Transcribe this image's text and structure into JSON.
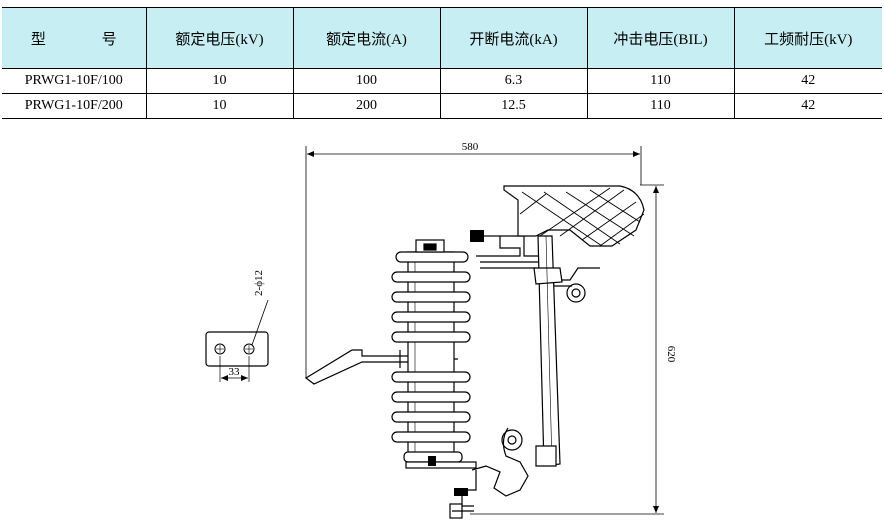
{
  "table": {
    "headers": [
      "型 号",
      "额定电压(kV)",
      "额定电流(A)",
      "开断电流(kA)",
      "冲击电压(BIL)",
      "工频耐压(kV)"
    ],
    "rows": [
      [
        "PRWG1-10F/100",
        "10",
        "100",
        "6.3",
        "110",
        "42"
      ],
      [
        "PRWG1-10F/200",
        "10",
        "200",
        "12.5",
        "110",
        "42"
      ]
    ]
  },
  "drawing": {
    "width_dim": "580",
    "height_dim": "620",
    "hole_spec": "2-ϕ12",
    "hole_spacing": "33"
  }
}
